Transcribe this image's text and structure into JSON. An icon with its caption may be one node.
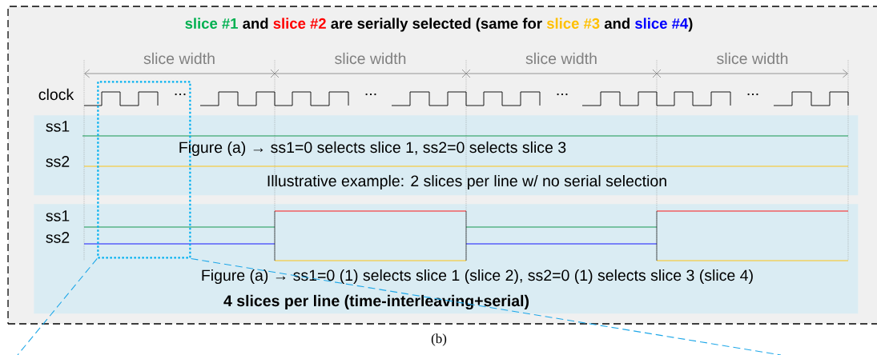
{
  "diagram": {
    "caption": "(b)",
    "nodes": [
      {
        "text": [
          "slice #1",
          "and",
          "slice #2",
          "are serially selected (same for",
          "slice #3",
          "and",
          "slice #4",
          ")"
        ]
      },
      {
        "text": [
          "ss1",
          "ss2",
          "Figure (a) → ss1=0 selects slice 1, ss2=0 selects slice 3",
          "Illustrative example: 2 slices per line w/ no serial selection"
        ],
        "in": 0
      },
      {
        "text": [
          "ss1",
          "ss2",
          "Figure (a) → ss1=0 (1) selects slice 1 (slice 2), ss2=0 (1) selects slice 3 (slice 4)",
          "4 slices per line (time-interleaving+serial)"
        ],
        "in": 0
      },
      {
        "text": [],
        "shape": "box",
        "in": 0
      }
    ],
    "edges": [
      {
        "from": 3,
        "to": null,
        "arrow": "none",
        "style": "dashed",
        "color": "#1ea7e8"
      },
      {
        "from": 3,
        "to": null,
        "arrow": "none",
        "style": "dashed",
        "color": "#1ea7e8"
      }
    ],
    "labels": [
      "slice width",
      "slice width",
      "slice width",
      "slice width",
      "clock",
      "...",
      "...",
      "...",
      "..."
    ]
  }
}
